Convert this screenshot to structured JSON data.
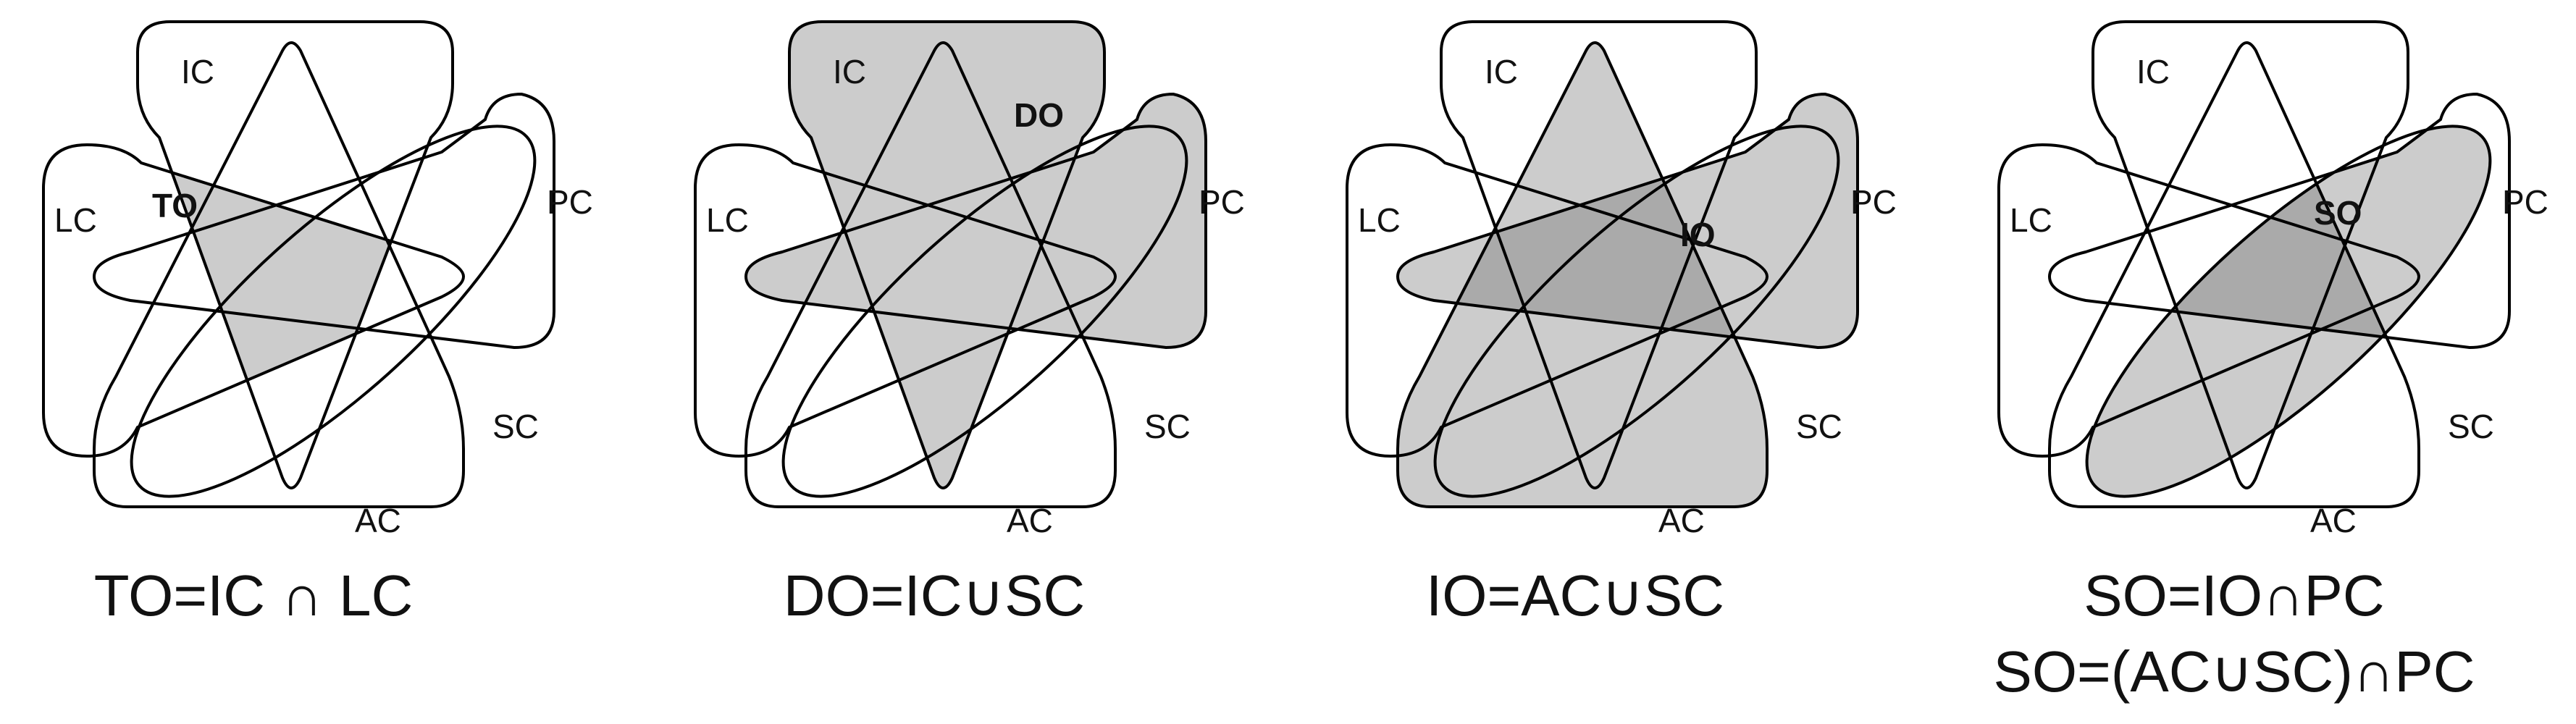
{
  "panels": [
    {
      "labels": {
        "IC": "IC",
        "LC": "LC",
        "PC": "PC",
        "SC": "SC",
        "AC": "AC"
      },
      "result_label": "TO",
      "formulas": [
        "TO=IC ∩ LC"
      ]
    },
    {
      "labels": {
        "IC": "IC",
        "LC": "LC",
        "PC": "PC",
        "SC": "SC",
        "AC": "AC"
      },
      "result_label": "DO",
      "formulas": [
        "DO=IC∪SC"
      ]
    },
    {
      "labels": {
        "IC": "IC",
        "LC": "LC",
        "PC": "PC",
        "SC": "SC",
        "AC": "AC"
      },
      "result_label": "IO",
      "formulas": [
        "IO=AC∪SC"
      ]
    },
    {
      "labels": {
        "IC": "IC",
        "LC": "LC",
        "PC": "PC",
        "SC": "SC",
        "AC": "AC"
      },
      "result_label": "SO",
      "formulas": [
        "SO=IO∩PC",
        "SO=(AC∪SC)∩PC"
      ]
    }
  ],
  "colors": {
    "outline": "#000000",
    "shade": "#cccccc",
    "shade_dark": "#aaaaaa",
    "background": "#ffffff"
  }
}
